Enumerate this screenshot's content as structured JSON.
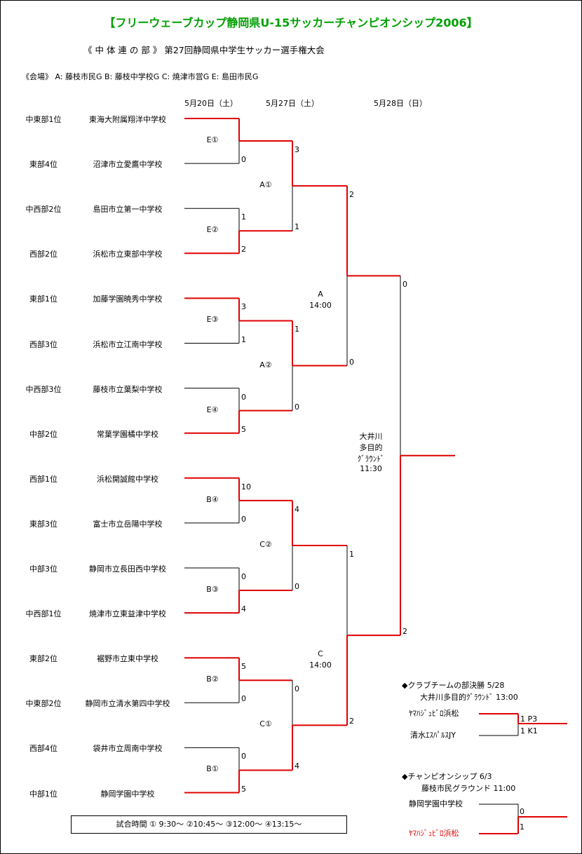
{
  "title": "【フリーウェーブカップ静岡県U-15サッカーチャンピオンシップ2006】",
  "subtitle": "《 中 体 連 の 部 》 第27回静岡県中学生サッカー選手権大会",
  "venues": "《会場》 A: 藤枝市民G B: 藤枝中学校G C: 焼津市営G E: 島田市民G",
  "dates": [
    "5月20日（土）",
    "5月27日（土）",
    "5月28日（日）"
  ],
  "teams": [
    {
      "region": "中東部1位",
      "school": "東海大附属翔洋中学校"
    },
    {
      "region": "東部4位",
      "school": "沼津市立愛鷹中学校"
    },
    {
      "region": "中西部2位",
      "school": "島田市立第一中学校"
    },
    {
      "region": "西部2位",
      "school": "浜松市立東部中学校"
    },
    {
      "region": "東部1位",
      "school": "加藤学園暁秀中学校"
    },
    {
      "region": "西部3位",
      "school": "浜松市立江南中学校"
    },
    {
      "region": "中西部3位",
      "school": "藤枝市立葉梨中学校"
    },
    {
      "region": "中部2位",
      "school": "常葉学園橘中学校"
    },
    {
      "region": "西部1位",
      "school": "浜松開誠館中学校"
    },
    {
      "region": "東部3位",
      "school": "富士市立岳陽中学校"
    },
    {
      "region": "中部3位",
      "school": "静岡市立長田西中学校"
    },
    {
      "region": "中西部1位",
      "school": "焼津市立東益津中学校"
    },
    {
      "region": "東部2位",
      "school": "裾野市立東中学校"
    },
    {
      "region": "中東部2位",
      "school": "静岡市立清水第四中学校"
    },
    {
      "region": "西部4位",
      "school": "袋井市立周南中学校"
    },
    {
      "region": "中部1位",
      "school": "静岡学園中学校"
    }
  ],
  "round1": [
    {
      "label": "E①",
      "scores": [
        "",
        "0"
      ]
    },
    {
      "label": "E②",
      "scores": [
        "1",
        "2"
      ]
    },
    {
      "label": "E③",
      "scores": [
        "3",
        "1"
      ]
    },
    {
      "label": "E④",
      "scores": [
        "0",
        "5"
      ]
    },
    {
      "label": "B④",
      "scores": [
        "10",
        "0"
      ]
    },
    {
      "label": "B③",
      "scores": [
        "0",
        "4"
      ]
    },
    {
      "label": "B②",
      "scores": [
        "5",
        "0"
      ]
    },
    {
      "label": "B①",
      "scores": [
        "0",
        "5"
      ]
    }
  ],
  "round2": [
    {
      "label": "A①",
      "scores": [
        "3",
        "1"
      ]
    },
    {
      "label": "A②",
      "scores": [
        "1",
        "0"
      ]
    },
    {
      "label": "C②",
      "scores": [
        "4",
        "0"
      ]
    },
    {
      "label": "C①",
      "scores": [
        "0",
        "4"
      ]
    }
  ],
  "round3": [
    {
      "label": "A",
      "time": "14:00",
      "scores": [
        "2",
        "0"
      ]
    },
    {
      "label": "C",
      "time": "14:00",
      "scores": [
        "1",
        "2"
      ]
    }
  ],
  "final": {
    "venue_lines": [
      "大井川",
      "多目的",
      "ｸﾞﾗｳﾝﾄﾞ",
      "11:30"
    ],
    "scores": [
      "0",
      "2"
    ]
  },
  "club": {
    "header": "◆クラブチームの部決勝 5/28",
    "venue": "大井川多目的ｸﾞﾗｳﾝﾄﾞ 13:00",
    "team1": "ﾔﾏﾊｼﾞｭﾋﾞﾛ浜松",
    "team2": "清水ｴｽﾊﾟﾙｽJY",
    "score1": "1 P3",
    "score2": "1 K1"
  },
  "championship": {
    "header": "◆チャンピオンシップ 6/3",
    "venue": "藤枝市民グラウンド 11:00",
    "team1": "静岡学園中学校",
    "team2": "ﾔﾏﾊｼﾞｭﾋﾞﾛ浜松",
    "score1": "0",
    "score2": "1"
  },
  "schedule": "試合時間 ① 9:30～ ②10:45～ ③12:00～ ④13:15～",
  "colors": {
    "winner_line": "#e00000",
    "title": "#00a000",
    "line": "#000000"
  }
}
